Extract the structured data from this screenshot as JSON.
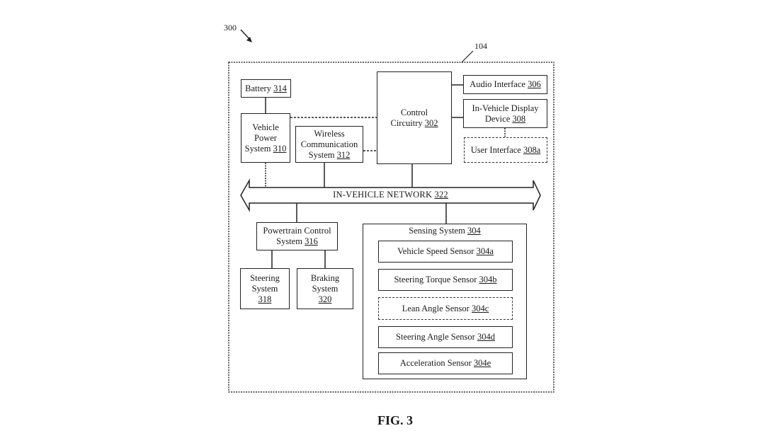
{
  "figure": {
    "label": "FIG. 3",
    "ref_overall": "300",
    "ref_vehicle": "104"
  },
  "components": {
    "battery": {
      "name": "Battery",
      "ref": "314"
    },
    "vehicle_power": {
      "line1": "Vehicle",
      "line2": "Power",
      "line3": "System",
      "ref": "310"
    },
    "wireless": {
      "line1": "Wireless",
      "line2": "Communication",
      "line3": "System",
      "ref": "312"
    },
    "control": {
      "line1": "Control",
      "line2": "Circuitry",
      "ref": "302"
    },
    "audio": {
      "name": "Audio Interface",
      "ref": "306"
    },
    "display": {
      "line1": "In-Vehicle Display",
      "line2": "Device",
      "ref": "308"
    },
    "user_interface": {
      "name": "User Interface",
      "ref": "308a"
    },
    "network": {
      "name": "IN-VEHICLE NETWORK",
      "ref": "322"
    },
    "powertrain": {
      "line1": "Powertrain Control",
      "line2": "System",
      "ref": "316"
    },
    "steering": {
      "line1": "Steering",
      "line2": "System",
      "ref": "318"
    },
    "braking": {
      "line1": "Braking",
      "line2": "System",
      "ref": "320"
    },
    "sensing": {
      "name": "Sensing System",
      "ref": "304",
      "sensors": [
        {
          "name": "Vehicle Speed Sensor",
          "ref": "304a",
          "optional": false
        },
        {
          "name": "Steering Torque Sensor",
          "ref": "304b",
          "optional": false
        },
        {
          "name": "Lean Angle Sensor",
          "ref": "304c",
          "optional": true
        },
        {
          "name": "Steering Angle Sensor",
          "ref": "304d",
          "optional": false
        },
        {
          "name": "Acceleration Sensor",
          "ref": "304e",
          "optional": false
        }
      ]
    }
  }
}
